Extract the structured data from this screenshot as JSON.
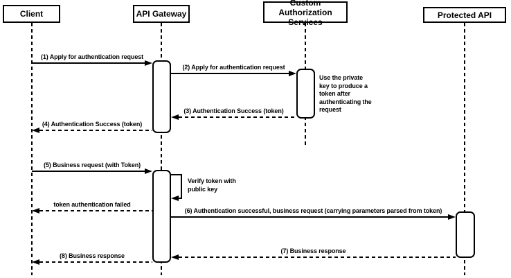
{
  "colors": {
    "stroke": "#000000",
    "fill": "#ffffff"
  },
  "participants": [
    {
      "name": "Client"
    },
    {
      "name": "API Gateway"
    },
    {
      "name": "Custom Authorization Services"
    },
    {
      "name": "Protected API"
    }
  ],
  "messages": [
    {
      "label": "(1) Apply for authentication request",
      "from": "Client",
      "to": "API Gateway",
      "line": "solid"
    },
    {
      "label": "(2) Apply for authentication request",
      "from": "API Gateway",
      "to": "Custom Authorization Services",
      "line": "solid"
    },
    {
      "label": "(3) Authentication Success (token)",
      "from": "Custom Authorization Services",
      "to": "API Gateway",
      "line": "dashed"
    },
    {
      "label": "(4) Authentication Success (token)",
      "from": "API Gateway",
      "to": "Client",
      "line": "dashed"
    },
    {
      "label": "(5) Business request (with Token)",
      "from": "Client",
      "to": "API Gateway",
      "line": "solid"
    },
    {
      "label": "Verify token with public key",
      "from": "API Gateway",
      "to": "API Gateway",
      "line": "solid",
      "type": "self"
    },
    {
      "label": "token authentication failed",
      "from": "API Gateway",
      "to": "Client",
      "line": "dashed"
    },
    {
      "label": "(6) Authentication successful, business request (carrying parameters parsed from token)",
      "from": "API Gateway",
      "to": "Protected API",
      "line": "solid"
    },
    {
      "label": "(7) Business response",
      "from": "Protected API",
      "to": "API Gateway",
      "line": "dashed"
    },
    {
      "label": "(8) Business response",
      "from": "API Gateway",
      "to": "Client",
      "line": "dashed"
    }
  ],
  "note": {
    "text": "Use the private key to produce a token after authenticating the request"
  }
}
